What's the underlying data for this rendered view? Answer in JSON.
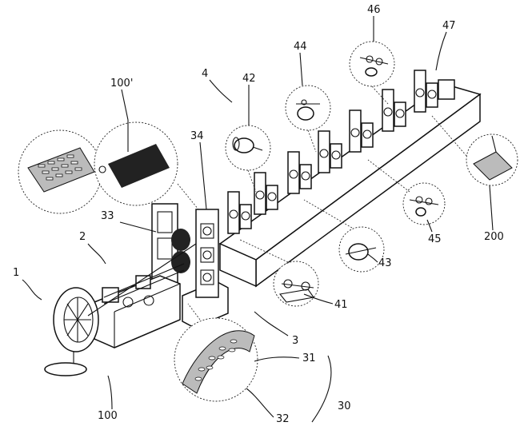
{
  "labels": {
    "l1": "1",
    "l2": "2",
    "l3": "3",
    "l4": "4",
    "l30": "30",
    "l31": "31",
    "l32": "32",
    "l33": "33",
    "l34": "34",
    "l41": "41",
    "l42": "42",
    "l43": "43",
    "l44": "44",
    "l45": "45",
    "l46": "46",
    "l47": "47",
    "l100": "100",
    "l100p": "100'",
    "l200": "200"
  }
}
